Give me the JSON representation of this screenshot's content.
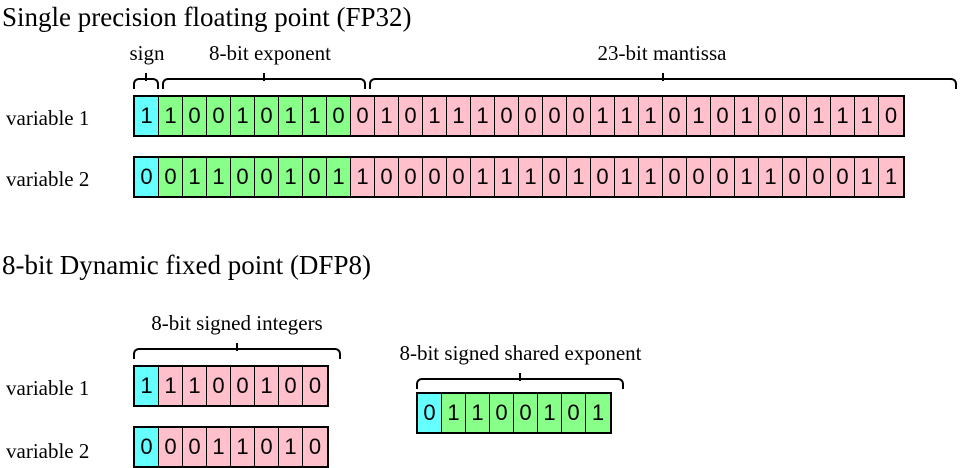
{
  "sections": [
    {
      "id": "fp32",
      "title": "Single precision floating point (FP32)",
      "field_labels": {
        "sign": "sign",
        "exponent": "8-bit exponent",
        "mantissa": "23-bit mantissa"
      },
      "rows": [
        {
          "label": "variable 1",
          "sign_bit": "1",
          "exponent_bits": [
            "1",
            "0",
            "0",
            "1",
            "0",
            "1",
            "1",
            "0"
          ],
          "mantissa_bits": [
            "0",
            "1",
            "0",
            "1",
            "1",
            "1",
            "0",
            "0",
            "0",
            "0",
            "1",
            "1",
            "1",
            "0",
            "1",
            "0",
            "1",
            "0",
            "0",
            "1",
            "1",
            "1",
            "0"
          ]
        },
        {
          "label": "variable 2",
          "sign_bit": "0",
          "exponent_bits": [
            "0",
            "1",
            "1",
            "0",
            "0",
            "1",
            "0",
            "1"
          ],
          "mantissa_bits": [
            "1",
            "0",
            "0",
            "0",
            "0",
            "1",
            "1",
            "1",
            "0",
            "1",
            "0",
            "1",
            "1",
            "0",
            "0",
            "0",
            "1",
            "1",
            "0",
            "0",
            "0",
            "1",
            "1"
          ]
        }
      ]
    },
    {
      "id": "dfp8",
      "title": "8-bit Dynamic fixed point (DFP8)",
      "field_labels": {
        "integers": "8-bit signed integers",
        "shared_exponent": "8-bit signed shared exponent"
      },
      "rows": [
        {
          "label": "variable 1",
          "sign_bit": "1",
          "value_bits": [
            "1",
            "1",
            "0",
            "0",
            "1",
            "0",
            "0"
          ]
        },
        {
          "label": "variable 2",
          "sign_bit": "0",
          "value_bits": [
            "0",
            "0",
            "1",
            "1",
            "0",
            "1",
            "0"
          ]
        }
      ],
      "shared_exponent": {
        "sign_bit": "0",
        "exponent_bits": [
          "1",
          "1",
          "0",
          "0",
          "1",
          "0",
          "1"
        ]
      }
    }
  ],
  "colors": {
    "sign": "#66ffff",
    "exponent": "#88ff88",
    "mantissa": "#ffc0cb",
    "integer": "#ffc0cb",
    "outline": "#000000",
    "background": "#ffffff"
  }
}
